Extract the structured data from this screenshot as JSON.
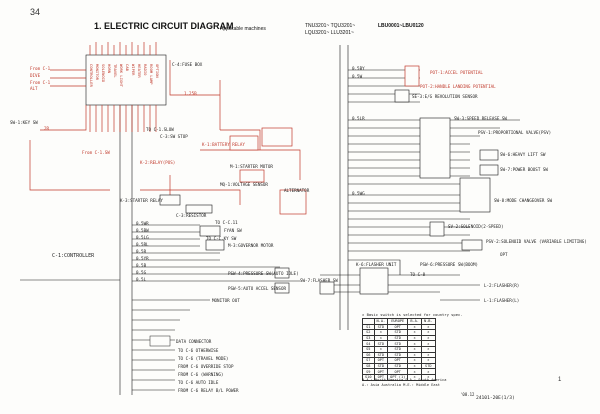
{
  "page": {
    "page_number": "34",
    "title": "1.  ELECTRIC CIRCUIT DIAGRAM",
    "applicable_label": "Applicable machines",
    "machines": [
      "TNU3201~   TQU3201~",
      "LQU3201~   LLU3201~"
    ],
    "serial": "LBU0001~LBU0120",
    "footer_mark": "1",
    "footer_code": "24101-20E(1/3)",
    "footer_date": "'08.12"
  },
  "labels": {
    "from_c1": "From C-1",
    "dive": "DIVE",
    "from_c1b": "From C-1",
    "alt": "ALT",
    "key_sw": "SW-1:KEY SW",
    "fuse_box": "C-4:FUSE BOX",
    "c2_slow": "TO C-1.SLOW",
    "c3_stop": "C-3:SW STOP",
    "from_c1sw": "From C-1.SW",
    "battery_relay": "K-1:BATTERY RELAY",
    "relay_pos": "K-2:RELAY(POS)",
    "starter_motor": "M-1:STARTER MOTOR",
    "voltage_sensor": "MQ-1:VOLTAGE SENSOR",
    "starter_relay": "K-3:STARTER RELAY",
    "alternator": "ALTERNATOR",
    "resistor": "C-3:RESISTOR",
    "to_c011": "TO C-C.11",
    "c1_controller": "C-1:CONTROLLER",
    "fyan_sw": "FYAN SW",
    "to_c_ky": "TO C-C.KY SW",
    "governor_motor": "M-3:GOVERNOR MOTOR",
    "pressure_sw": "PSW-4:PRESSURE SW(AUTO IDLE)",
    "accel_sensor": "PSW-5:AUTO ACCEL SENSOR",
    "accel_pot": "POT-1:ACCEL POTENTIAL",
    "landing_pot": "POT-2:HANDLE LANDING POTENTIAL",
    "revolution_sensor": "SE-3:E/G REVOLUTION SENSOR",
    "speed_release": "SW-3:SPEED RELEASE SW",
    "prop_valve": "PSV-1:PROPORTIONAL VALVE(PSV)",
    "heavy_lift": "SW-6:HEAVY LIFT SW",
    "power_boost": "SW-7:POWER BOOST SW",
    "mode_changeover": "SW-8:MODE CHANGEOVER SW",
    "solenoid_2": "SV-2:SOLENOID(2-SPEED)",
    "variable_valve": "PSV-2:SOLENOID VALVE (VARIABLE LIMITING)",
    "opt": "OPT",
    "pressure_sw2": "PSW-6:PRESSURE SW(BOOM)",
    "flasher_unit": "K-6:FLASHER UNIT",
    "to_c8": "TO C-8",
    "flasher_r": "L-2:FLASHER(R)",
    "flasher_l": "L-1:FLASHER(L)",
    "sw_flasher": "SW-7:FLASHER SW",
    "monitor_out": "MONITOR OUT",
    "data_connector": "DATA CONNECTOR",
    "to_c6_otherwise": "TO C-6 OTHERWISE",
    "to_c6_travel": "TO C-6 (TRAVEL MODE)",
    "from_c6_override": "FROM C-6 OVERRIDE STOP",
    "from_c6_warning": "FROM C-6 (WARNING)",
    "to_c6_auto": "TO C-6 AUTO IDLE",
    "from_c6_relay": "FROM C-6 RELAY B/L POWER"
  },
  "fuse_labels": [
    "CONTROLLER",
    "MONITOR",
    "SOLENOID",
    "HORN",
    "TRAVEL",
    "WORK LIGHT",
    "CAB",
    "WIPER",
    "HEATER",
    "RADIO",
    "ROOM LAMP",
    "OPTION"
  ],
  "wire_labels": [
    "0.5WR",
    "0.5BW",
    "0.5LG",
    "0.5RL",
    "0.5R",
    "0.5YR",
    "0.5B",
    "0.5G",
    "0.5L",
    "0.5BY",
    "0.5W",
    "0.5LR",
    "1.25B",
    "2R",
    "0.5WG"
  ],
  "table": {
    "caption": "× Basic switch is selected for country spec.",
    "headers": [
      "",
      "N.A.",
      "EUROPE",
      "B.A.",
      "N.B."
    ],
    "rows": [
      [
        "S1",
        "STD",
        "OPT",
        "×",
        "×"
      ],
      [
        "S2",
        "×",
        "STD",
        "×",
        "×"
      ],
      [
        "S3",
        "×",
        "STD",
        "×",
        "×"
      ],
      [
        "S4",
        "STD",
        "STD",
        "×",
        "×"
      ],
      [
        "S5",
        "×",
        "STD",
        "×",
        "×"
      ],
      [
        "S6",
        "STD",
        "STD",
        "×",
        "×"
      ],
      [
        "S7",
        "OPT",
        "OPT",
        "×",
        "×"
      ],
      [
        "S8",
        "STD",
        "STD",
        "×",
        "STD"
      ],
      [
        "S9",
        "OPT",
        "OPT",
        "×",
        "×"
      ],
      [
        "S10",
        "OPT",
        "OPT (1)",
        "×",
        "×"
      ]
    ],
    "legend": [
      "N.A.: North America   S.A.: South America",
      "A.: Asia Australia   M.E.: Middle East"
    ]
  }
}
